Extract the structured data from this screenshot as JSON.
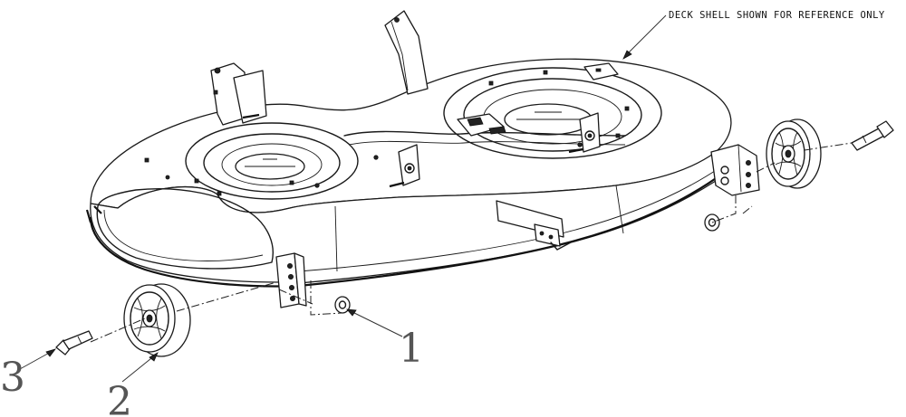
{
  "note": {
    "text": "DECK SHELL SHOWN FOR REFERENCE ONLY"
  },
  "callouts": [
    {
      "number": "1",
      "part": "nut"
    },
    {
      "number": "2",
      "part": "wheel"
    },
    {
      "number": "3",
      "part": "shoulder-bolt"
    }
  ],
  "colors": {
    "line": "#1a1a1a",
    "callout_text": "#555555",
    "background": "#ffffff"
  }
}
